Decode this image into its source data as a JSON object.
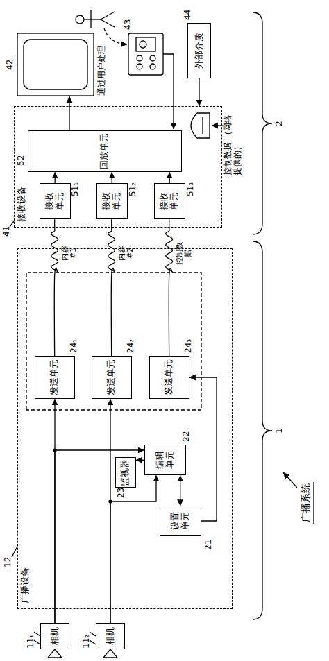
{
  "diagram": {
    "nodes": [
      {
        "text": [
          "相机"
        ]
      },
      {
        "text": [
          "相机"
        ]
      },
      {
        "text": [
          "广播设备"
        ]
      },
      {
        "text": [
          "设置单元"
        ],
        "in": 2
      },
      {
        "text": [
          "编辑单元"
        ],
        "in": 2
      },
      {
        "text": [
          "监视器"
        ],
        "in": 2
      },
      {
        "text": [
          "发送单元"
        ],
        "in": 2
      },
      {
        "text": [
          "发送单元"
        ],
        "in": 2
      },
      {
        "text": [
          "发送单元"
        ],
        "in": 2
      },
      {
        "text": [
          "接收设备"
        ]
      },
      {
        "text": [
          "接收单元"
        ],
        "in": 9
      },
      {
        "text": [
          "接收单元"
        ],
        "in": 9
      },
      {
        "text": [
          "接收单元"
        ],
        "in": 9
      },
      {
        "text": [
          "回放单元"
        ],
        "in": 9
      },
      {
        "text": [
          "外部介质"
        ]
      }
    ],
    "edges": [
      {
        "from": 0,
        "to": 6,
        "arrow": "to"
      },
      {
        "from": 0,
        "to": 4,
        "arrow": "to"
      },
      {
        "from": 1,
        "to": 7,
        "arrow": "to"
      },
      {
        "from": 1,
        "to": 4,
        "arrow": "to"
      },
      {
        "from": 4,
        "to": 5,
        "arrow": "to"
      },
      {
        "from": 3,
        "to": 4,
        "arrow": "both"
      },
      {
        "from": 3,
        "to": 8,
        "arrow": "to"
      },
      {
        "from": 6,
        "to": 10,
        "label": "内容 #1",
        "arrow": "none"
      },
      {
        "from": 7,
        "to": 11,
        "label": "内容 #2",
        "arrow": "none"
      },
      {
        "from": 8,
        "to": 12,
        "label": "控制数据",
        "arrow": "none"
      },
      {
        "from": 10,
        "to": 13,
        "arrow": "to"
      },
      {
        "from": 11,
        "to": 13,
        "arrow": "to"
      },
      {
        "from": 12,
        "to": 13,
        "arrow": "to"
      },
      {
        "from": 14,
        "to": 9,
        "arrow": "to"
      }
    ],
    "labels": [
      "11₁",
      "11₂",
      "12",
      "21",
      "22",
      "23",
      "24₁",
      "24₂",
      "24₃",
      "41",
      "42",
      "43",
      "44",
      "51₁",
      "51₂",
      "51₃",
      "52",
      "控制数据 （网络提供的）",
      "通过用户处理",
      "1",
      "2",
      "广播系统"
    ]
  }
}
